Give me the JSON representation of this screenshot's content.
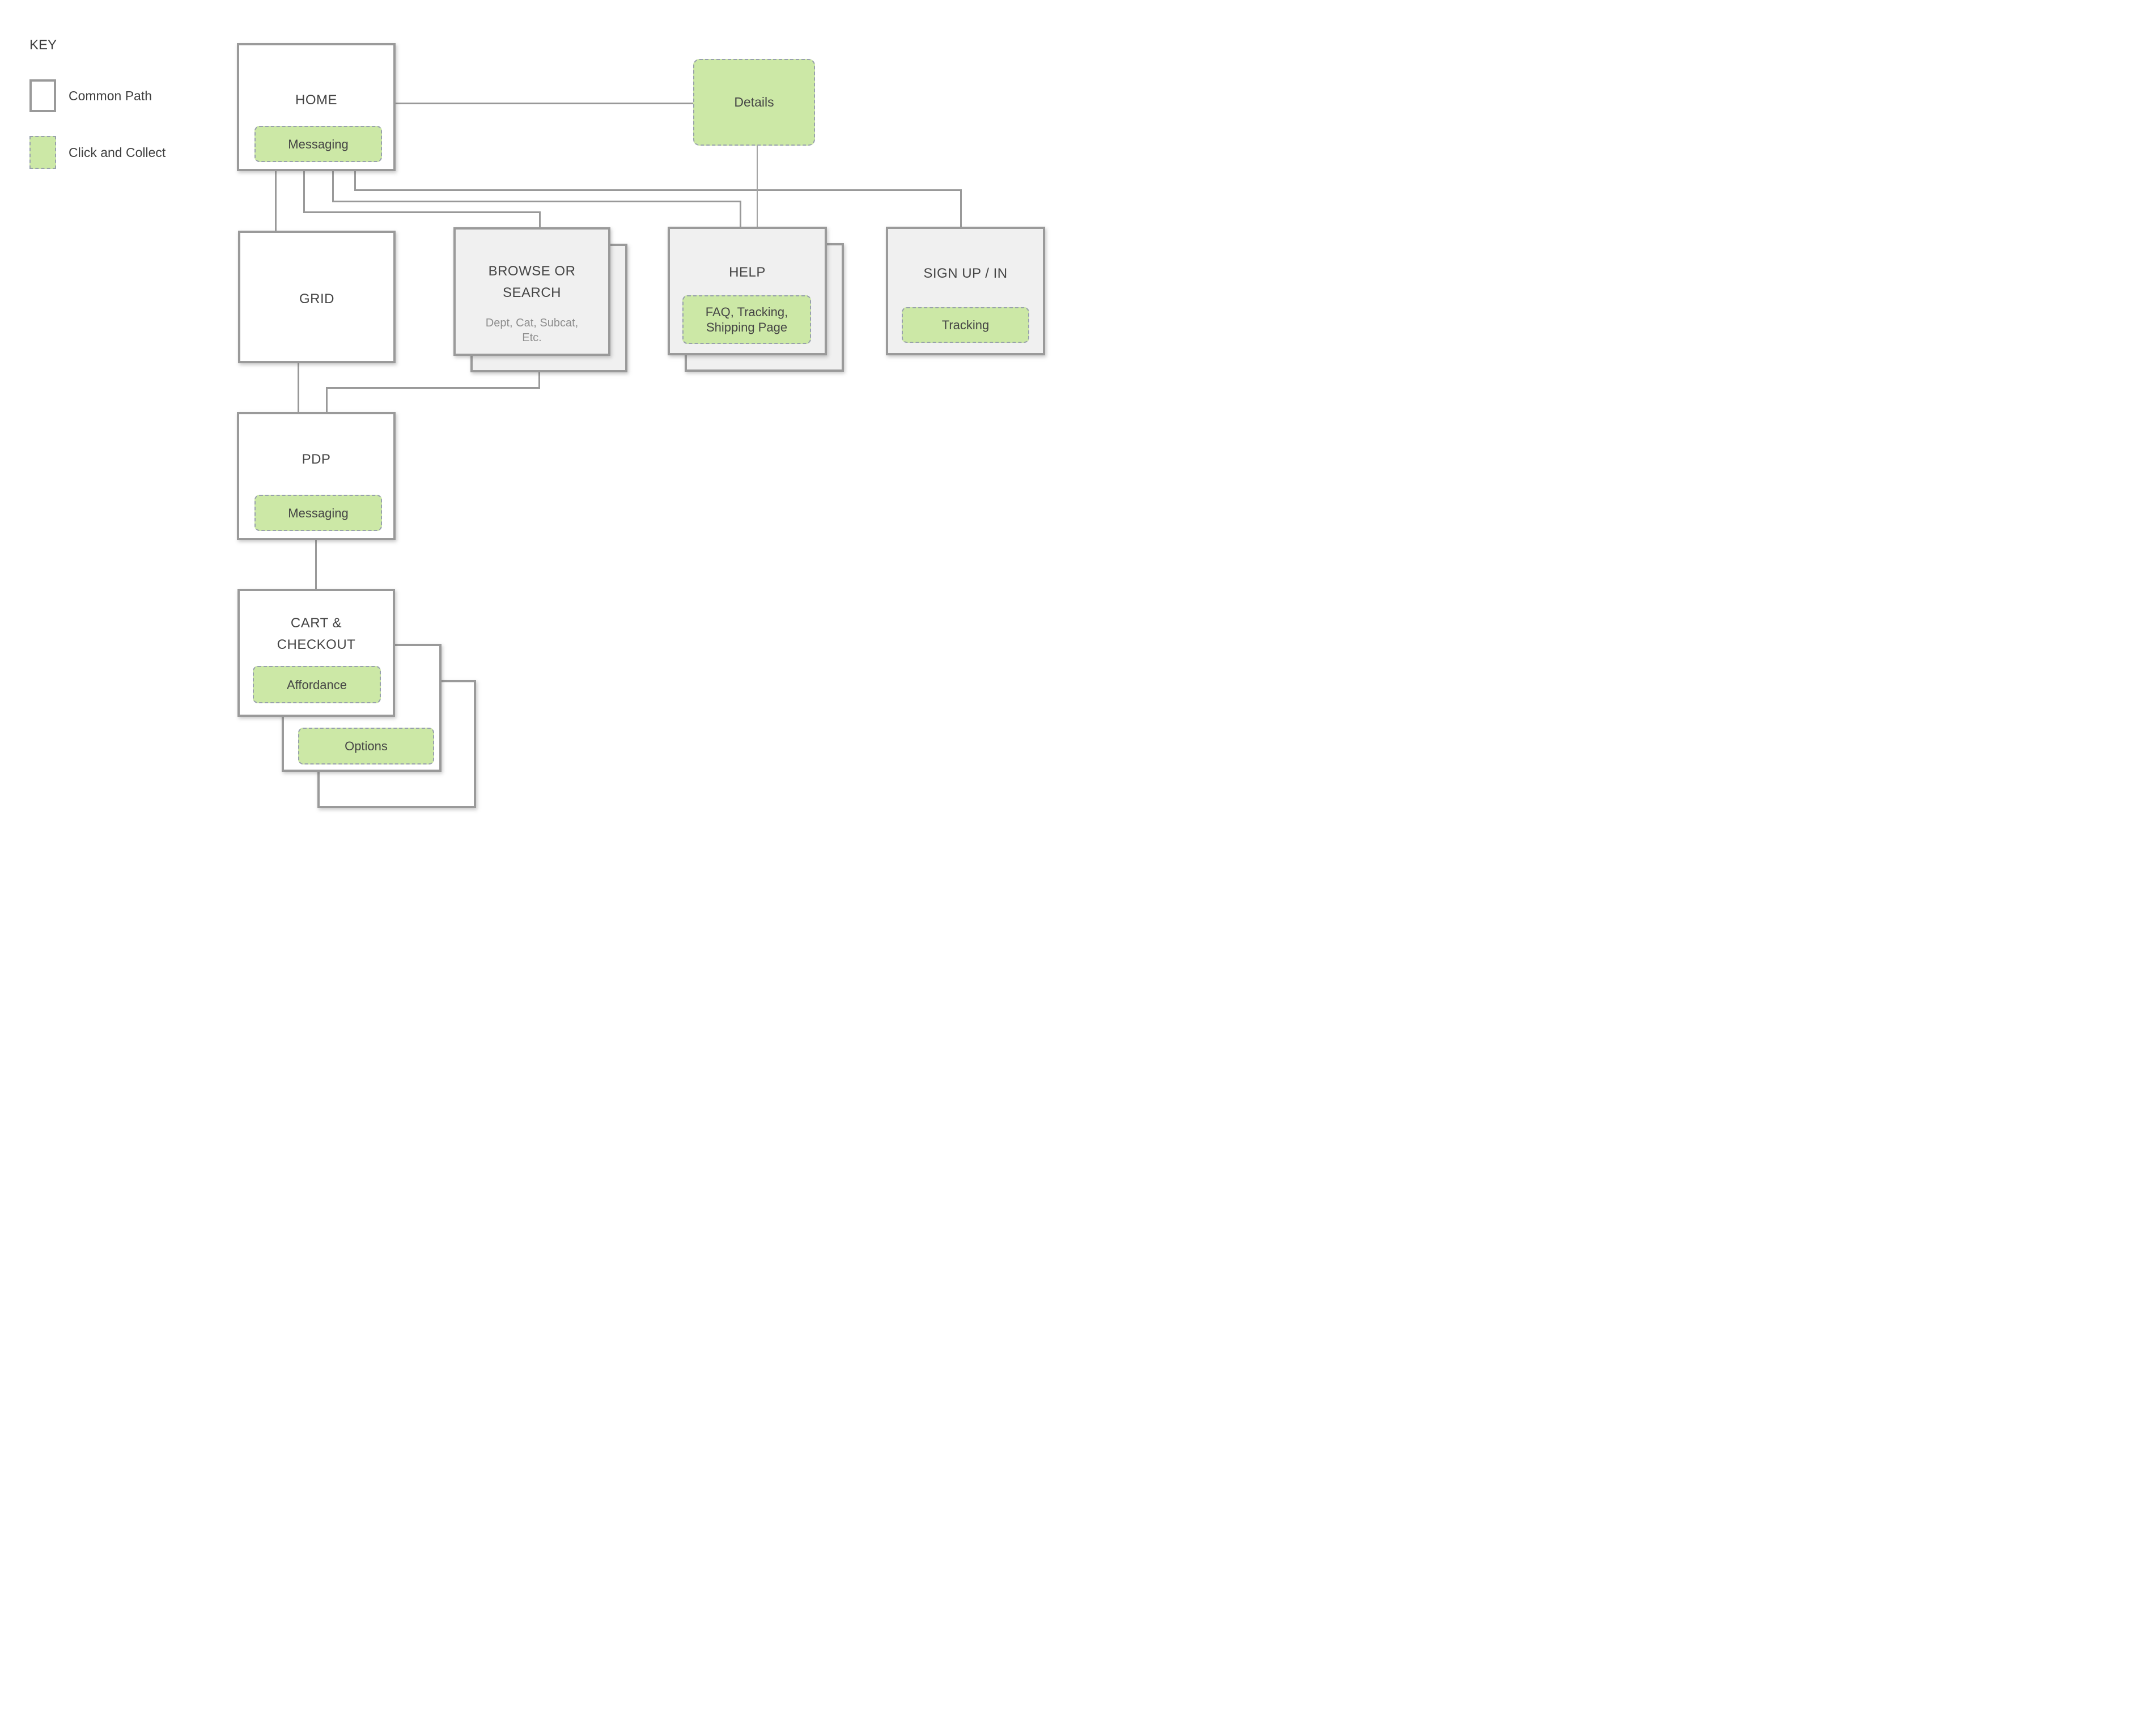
{
  "key": {
    "heading": "KEY",
    "items": [
      {
        "label": "Common Path",
        "swatch": "white-box-gray-border"
      },
      {
        "label": "Click and Collect",
        "swatch": "green-box-dashed-border"
      }
    ]
  },
  "nodes": {
    "home": {
      "title": "HOME",
      "badge": "Messaging"
    },
    "details": {
      "label": "Details"
    },
    "grid": {
      "title": "GRID"
    },
    "browse": {
      "title1": "BROWSE OR",
      "title2": "SEARCH",
      "sub1": "Dept, Cat, Subcat,",
      "sub2": "Etc."
    },
    "help": {
      "title": "HELP",
      "badge1": "FAQ, Tracking,",
      "badge2": "Shipping Page"
    },
    "signup": {
      "title": "SIGN UP / IN",
      "badge": "Tracking"
    },
    "pdp": {
      "title": "PDP",
      "badge": "Messaging"
    },
    "cart": {
      "title1": "CART &",
      "title2": "CHECKOUT",
      "badge": "Affordance",
      "badge_options": "Options"
    }
  },
  "connections": [
    "HOME - Details",
    "HOME - GRID",
    "HOME - BROWSE OR SEARCH",
    "HOME - HELP",
    "HOME - SIGN UP / IN",
    "Details - HELP",
    "GRID - PDP",
    "BROWSE OR SEARCH - PDP",
    "PDP - CART & CHECKOUT"
  ],
  "colors": {
    "click_collect_green": "#cce8a6",
    "box_border_gray": "#9a9a9a",
    "dashed_border_gray": "#98a1ab",
    "secondary_box_fill": "#f0f0f0",
    "connector_gray": "#999999",
    "title_text": "#454545",
    "secondary_text": "#8d8d8d",
    "background": "#ffffff"
  }
}
